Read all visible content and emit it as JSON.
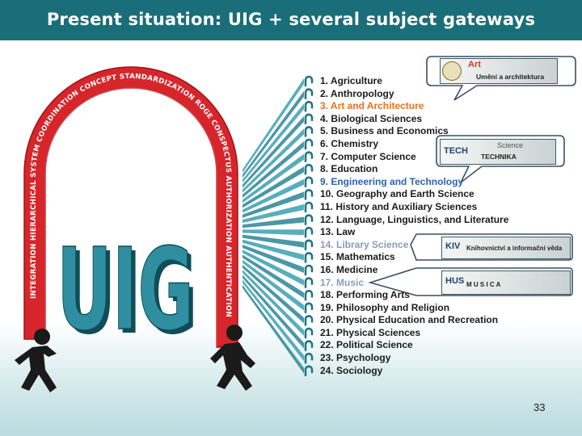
{
  "title": "Present situation: UIG + several subject gateways",
  "subjects": [
    {
      "label": "1. Agriculture",
      "style": "normal"
    },
    {
      "label": "2. Anthropology",
      "style": "normal"
    },
    {
      "label": "3. Art and Architecture",
      "style": "orange"
    },
    {
      "label": "4. Biological Sciences",
      "style": "normal"
    },
    {
      "label": "5. Business and Economics",
      "style": "normal"
    },
    {
      "label": "6. Chemistry",
      "style": "normal"
    },
    {
      "label": "7. Computer Science",
      "style": "normal"
    },
    {
      "label": "8. Education",
      "style": "normal"
    },
    {
      "label": "9. Engineering and Technology",
      "style": "blue"
    },
    {
      "label": "10. Geography and Earth Science",
      "style": "normal"
    },
    {
      "label": "11. History and Auxiliary Sciences",
      "style": "normal"
    },
    {
      "label": "12. Language, Linguistics, and Literature",
      "style": "normal"
    },
    {
      "label": "13. Law",
      "style": "normal"
    },
    {
      "label": "14. Library Science",
      "style": "gray"
    },
    {
      "label": "15. Mathematics",
      "style": "normal"
    },
    {
      "label": "16. Medicine",
      "style": "normal"
    },
    {
      "label": "17. Music",
      "style": "gray"
    },
    {
      "label": "18. Performing Arts",
      "style": "normal"
    },
    {
      "label": "19. Philosophy and Religion",
      "style": "normal"
    },
    {
      "label": "20. Physical Education and Recreation",
      "style": "normal"
    },
    {
      "label": "21. Physical Sciences",
      "style": "normal"
    },
    {
      "label": "22. Political Science",
      "style": "normal"
    },
    {
      "label": "23. Psychology",
      "style": "normal"
    },
    {
      "label": "24. Sociology",
      "style": "normal"
    }
  ],
  "arch_words": [
    "INTEGRATION",
    "HIERARCHICAL",
    "SYSTEM",
    "COORDINATION",
    "CONCEPT",
    "STANDARDIZATION",
    "ROGE",
    "CONSPECTUS",
    "AUTHORIZATION",
    "AUTHENTICATION"
  ],
  "uig_logo_text": "UIG",
  "gateways": {
    "art": {
      "line1": "Art",
      "line2": "Umění a architektura"
    },
    "tech": {
      "line1": "TECH",
      "line2": "Science",
      "line3": "TECHNIKA"
    },
    "kiv": {
      "line1": "KIV",
      "line2": "Knihovnictví a informační věda"
    },
    "hus": {
      "line1": "HUS",
      "line2": "M U S I C A"
    }
  },
  "slide_number": "33",
  "colors": {
    "title_bar": "#1a6e79",
    "arch_red": "#d7262b",
    "uig_teal": "#2f8fa0",
    "highlight_orange": "#e8701e",
    "highlight_blue": "#2a63b5",
    "highlight_gray": "#8a9bb6"
  }
}
